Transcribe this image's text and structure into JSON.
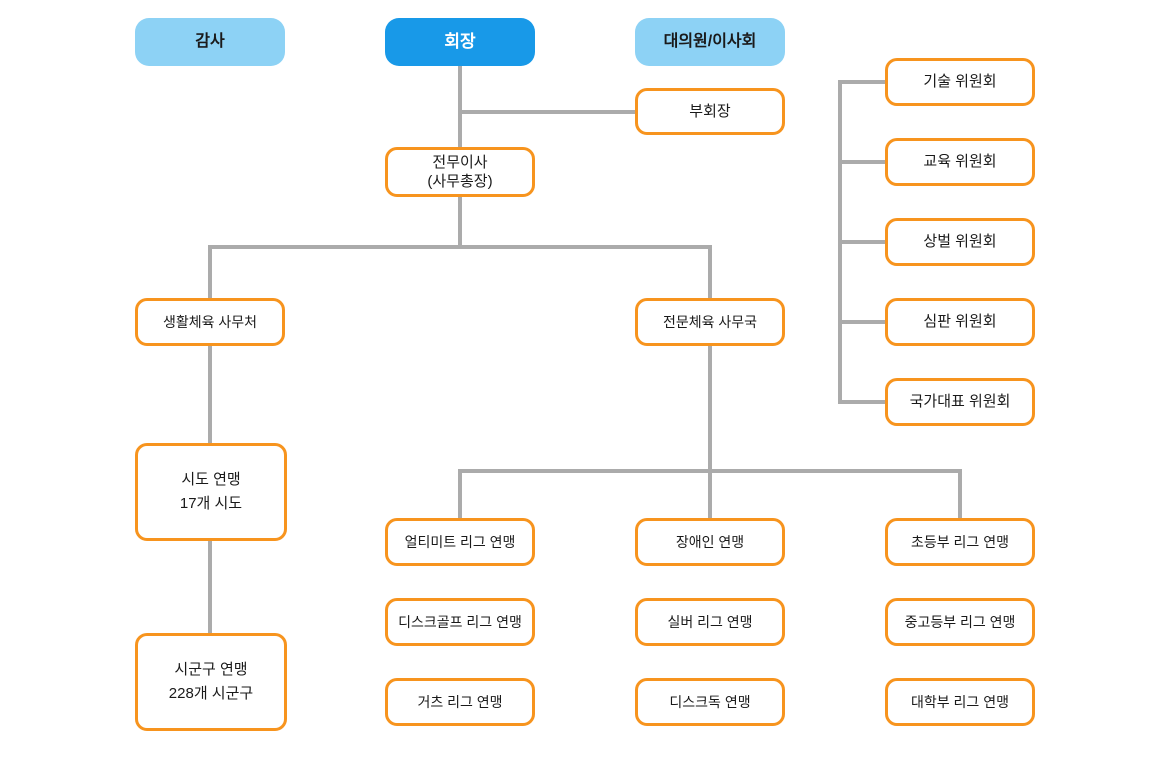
{
  "colors": {
    "primary_blue": "#1899E8",
    "light_blue": "#8DD2F5",
    "orange": "#F7941E",
    "line_gray": "#ABABAB",
    "box_bg": "#FFFFFF",
    "text_dark": "#1A1A1A",
    "text_white": "#FFFFFF"
  },
  "org": {
    "auditor": "감사",
    "president": "회장",
    "delegates_board": "대의원/이사회",
    "vice_president": "부회장",
    "executive_director": {
      "line1": "전무이사",
      "line2": "(사무총장)"
    },
    "committees": [
      "기술 위원회",
      "교육 위원회",
      "상벌 위원회",
      "심판 위원회",
      "국가대표 위원회"
    ],
    "sport_for_all_office": "생활체육 사무처",
    "professional_sports_office": "전문체육 사무국",
    "sido_federation": {
      "line1": "시도 연맹",
      "line2": "17개 시도"
    },
    "sigungu_federation": {
      "line1": "시군구 연맹",
      "line2": "228개 시군구"
    },
    "leagues_row1": [
      "얼티미트 리그 연맹",
      "장애인 연맹",
      "초등부 리그 연맹"
    ],
    "leagues_row2": [
      "디스크골프 리그 연맹",
      "실버 리그 연맹",
      "중고등부 리그 연맹"
    ],
    "leagues_row3": [
      "거츠 리그 연맹",
      "디스크독 연맹",
      "대학부 리그 연맹"
    ]
  }
}
